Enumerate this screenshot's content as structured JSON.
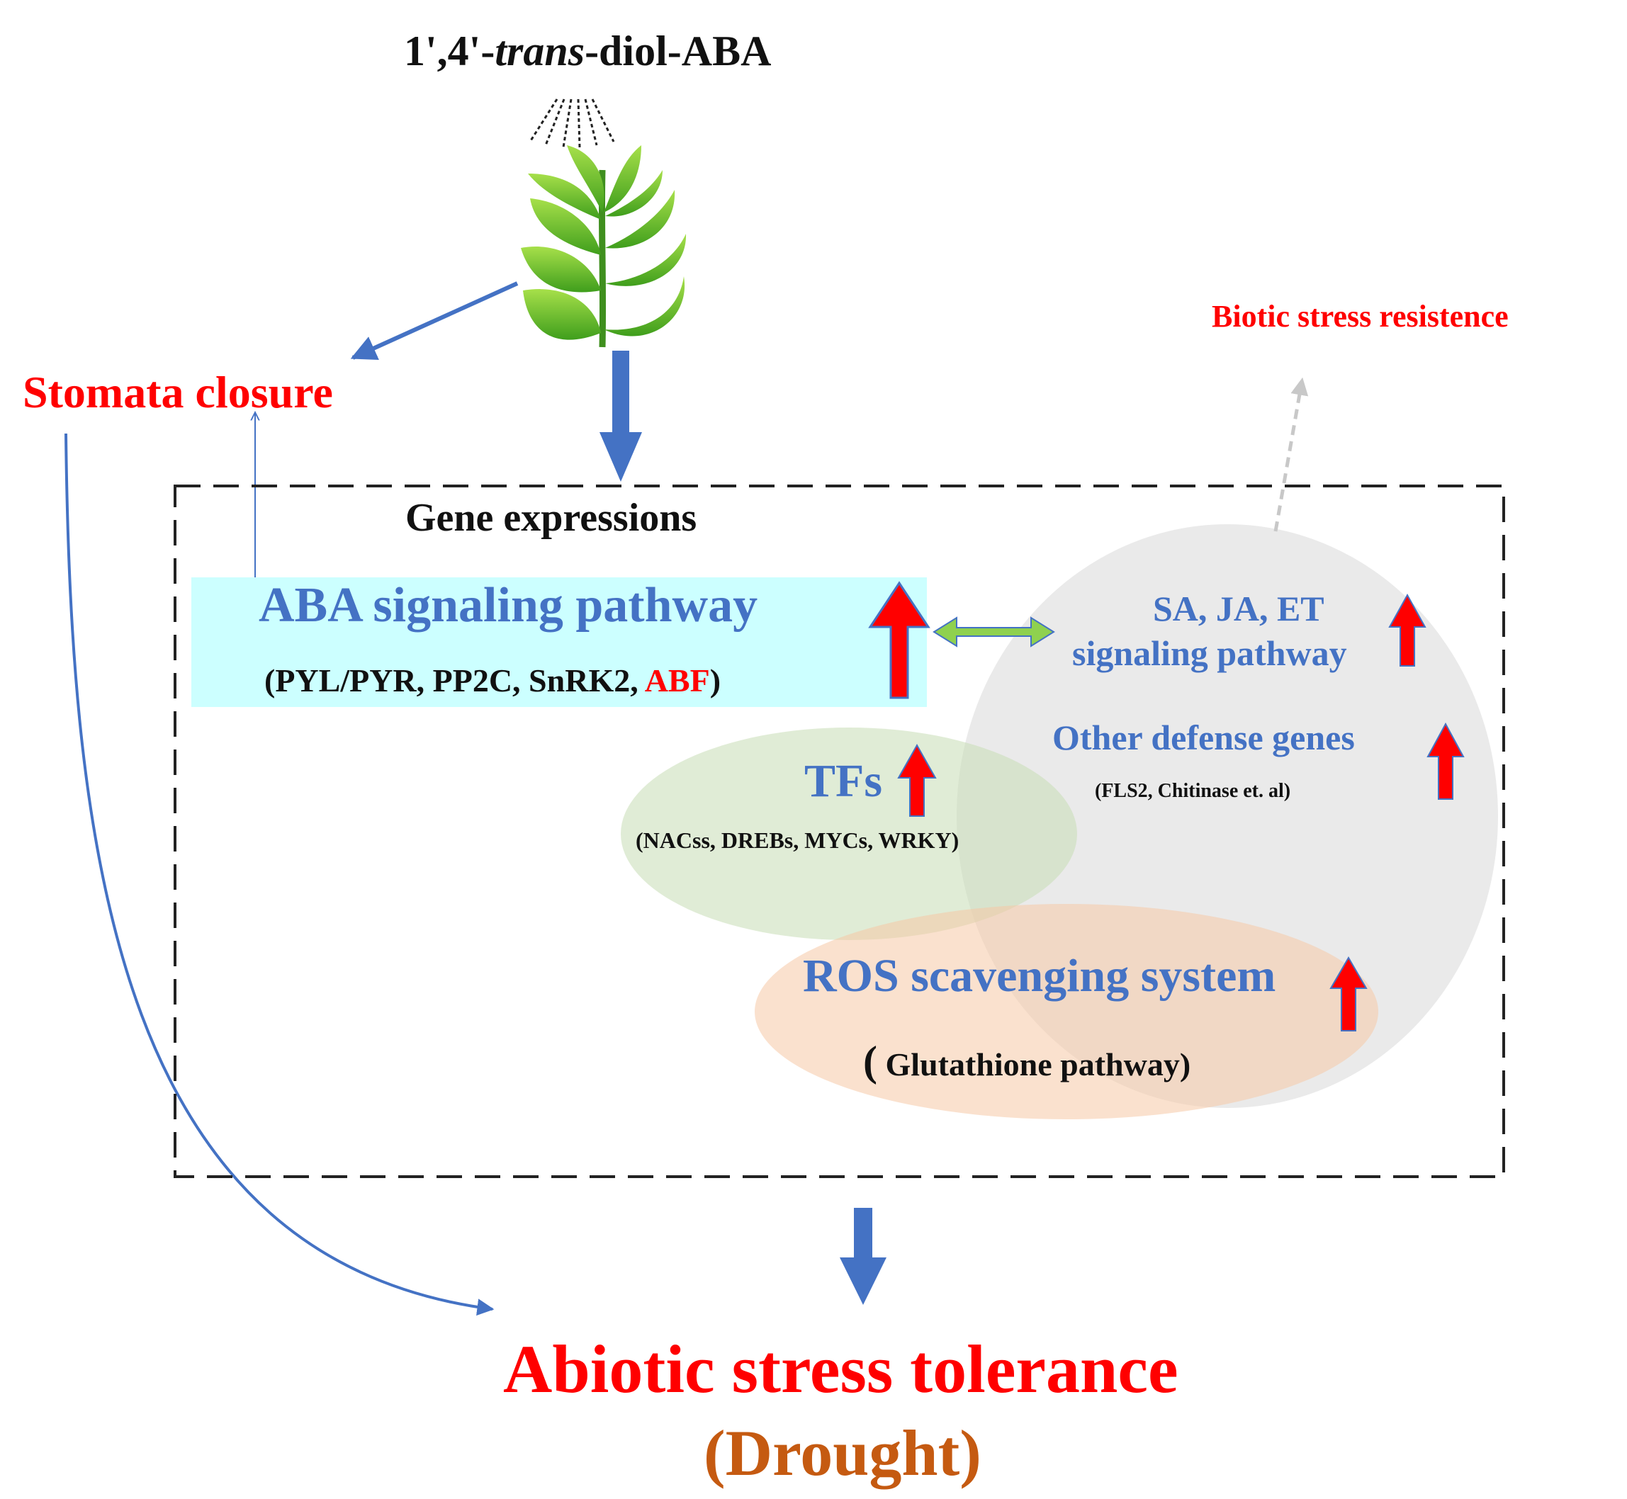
{
  "compound": {
    "prefix": "1',4'-",
    "italic": "trans",
    "suffix": "-diol-ABA"
  },
  "stomata_closure": "Stomata closure",
  "biotic_stress": "Biotic stress resistence",
  "gene_expressions": "Gene expressions",
  "aba_pathway": {
    "title": "ABA signaling pathway",
    "genes_prefix": "(PYL/PYR, PP2C, SnRK2, ",
    "genes_highlight": "ABF",
    "genes_suffix": ")"
  },
  "sa_ja_et": {
    "line1": "SA, JA, ET",
    "line2": "signaling pathway"
  },
  "other_defense": {
    "title": "Other defense genes",
    "genes": "(FLS2, Chitinase et. al)"
  },
  "tfs": {
    "title": "TFs",
    "genes": "(NACss, DREBs, MYCs, WRKY)"
  },
  "ros": {
    "title": "ROS scavenging system",
    "paren_open": "(",
    "genes": " Glutathione pathway)"
  },
  "outcome": {
    "title": "Abiotic stress tolerance",
    "subtitle": "(Drought)"
  },
  "colors": {
    "blue_text": "#4472c4",
    "red_text": "#ff0000",
    "brown_text": "#c55a11",
    "arrow_blue": "#4472c4",
    "up_arrow_red": "#ff0000",
    "aba_box": "#ccffff",
    "tfs_ellipse": "#dbe9cf",
    "ros_ellipse": "#f9d9bf",
    "defense_circle": "#d9d9d9",
    "double_arrow": "#8fd14f"
  }
}
